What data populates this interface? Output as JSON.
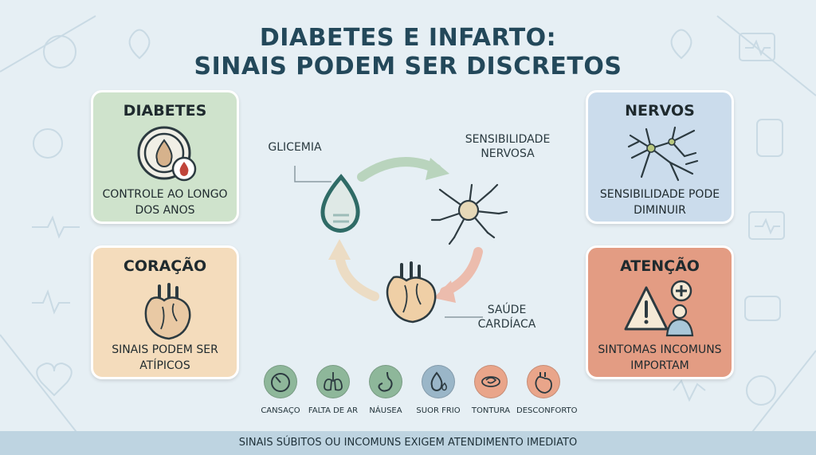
{
  "title": {
    "line1": "DIABETES E INFARTO:",
    "line2": "SINAIS PODEM SER DISCRETOS"
  },
  "cards": {
    "diabetes": {
      "title": "DIABETES",
      "desc": "CONTROLE AO LONGO DOS ANOS",
      "icon": "glucose-drop-icon"
    },
    "coracao": {
      "title": "CORAÇÃO",
      "desc": "SINAIS PODEM SER ATÍPICOS",
      "icon": "heart-icon"
    },
    "nervos": {
      "title": "NERVOS",
      "desc": "SENSIBILIDADE PODE DIMINUIR",
      "icon": "nerve-icon"
    },
    "atencao": {
      "title": "ATENÇÃO",
      "desc": "SINTOMAS INCOMUNS IMPORTAM",
      "icon": "warning-doctor-icon"
    }
  },
  "cycle": {
    "glicemia": "GLICEMIA",
    "sensibilidade": "SENSIBILIDADE NERVOSA",
    "saude": "SAÚDE CARDÍACA"
  },
  "symptoms": [
    {
      "label": "CANSAÇO",
      "icon": "gauge-icon",
      "color": "#8eb79a"
    },
    {
      "label": "FALTA DE AR",
      "icon": "lungs-icon",
      "color": "#8eb79a"
    },
    {
      "label": "NÁUSEA",
      "icon": "stomach-icon",
      "color": "#8eb79a"
    },
    {
      "label": "SUOR FRIO",
      "icon": "sweat-drop-icon",
      "color": "#9ab6c8"
    },
    {
      "label": "TONTURA",
      "icon": "dizzy-icon",
      "color": "#e9a58a"
    },
    {
      "label": "DESCONFORTO",
      "icon": "heart-discomfort-icon",
      "color": "#e9a58a"
    }
  ],
  "footer": "SINAIS SÚBITOS OU INCOMUNS EXIGEM ATENDIMENTO IMEDIATO",
  "colors": {
    "background": "#e6eff4",
    "title": "#23485a",
    "diabetes": "#cfe3cc",
    "coracao": "#f4dcbc",
    "nervos": "#cbdcec",
    "atencao": "#e39c83",
    "footer": "#bed4e1"
  }
}
